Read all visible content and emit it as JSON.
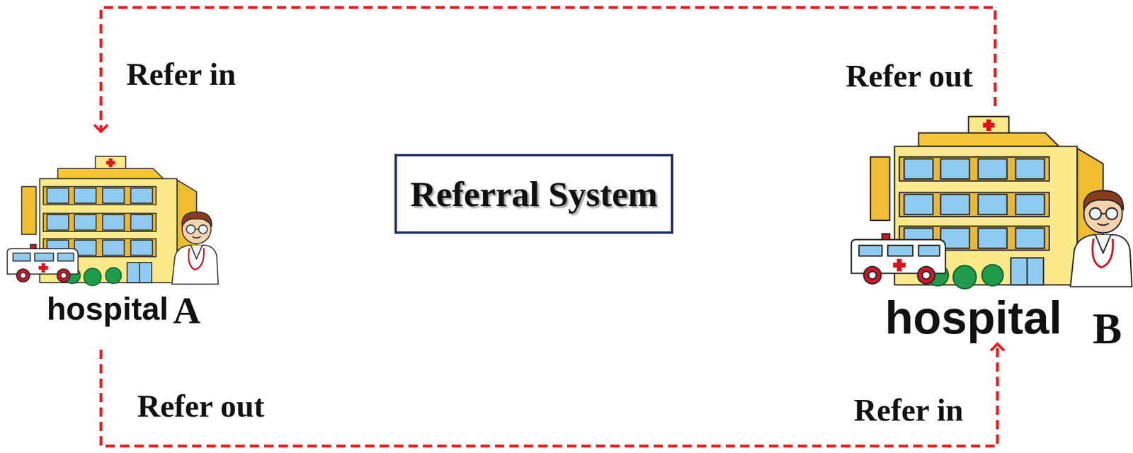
{
  "diagram": {
    "title": "Referral System",
    "nodes": [
      {
        "text": [
          "hospital",
          "A"
        ]
      },
      {
        "text": [
          "hospital",
          "B"
        ]
      }
    ],
    "edges": [
      {
        "from": 1,
        "to": 0,
        "arrow": "to"
      },
      {
        "from": 0,
        "to": 1,
        "arrow": "to"
      }
    ],
    "labels": [
      "Refer in",
      "Refer out",
      "Refer out",
      "Refer in"
    ]
  }
}
